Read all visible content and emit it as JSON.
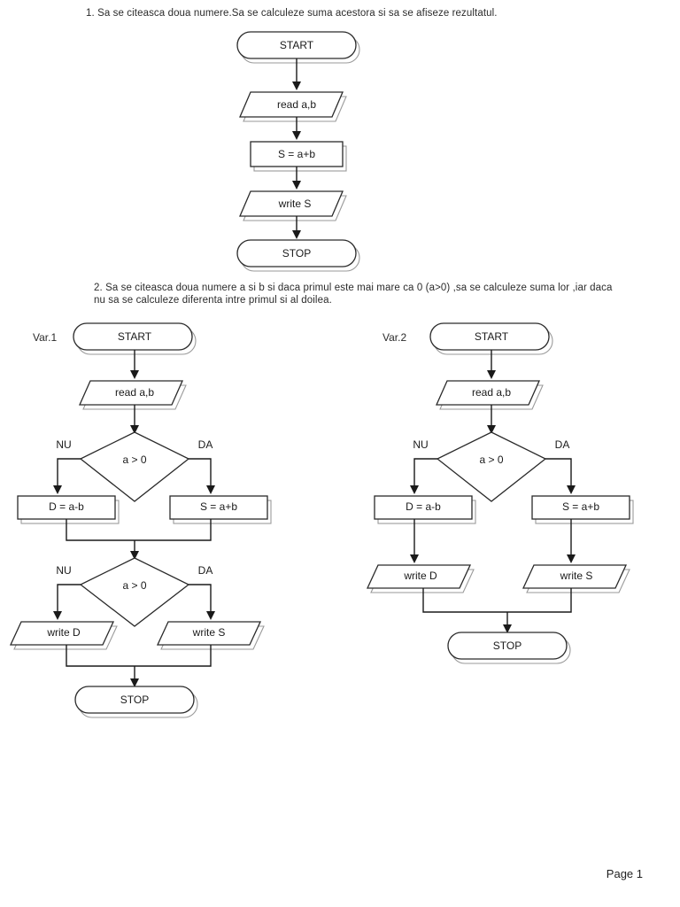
{
  "document": {
    "footer": "Page 1"
  },
  "problems": [
    {
      "id": "problem-1",
      "text": "1. Sa se citeasca doua numere.Sa se calculeze suma acestora si sa se afiseze rezultatul."
    },
    {
      "id": "problem-2",
      "text": "2. Sa se citeasca doua numere a si b si daca primul este mai mare ca 0 (a>0) ,sa se calculeze suma lor ,iar daca nu sa se calculeze diferenta intre primul si al doilea."
    }
  ],
  "variants": {
    "var1_label": "Var.1",
    "var2_label": "Var.2"
  },
  "flowchart_1": {
    "nodes": {
      "start": "START",
      "read": "read a,b",
      "process": "S = a+b",
      "write": "write S",
      "stop": "STOP"
    }
  },
  "flowchart_var1": {
    "nodes": {
      "start": "START",
      "read": "read a,b",
      "decision1": "a > 0",
      "branch1_no": "NU",
      "branch1_yes": "DA",
      "process_diff": "D = a-b",
      "process_sum": "S = a+b",
      "decision2": "a > 0",
      "branch2_no": "NU",
      "branch2_yes": "DA",
      "write_d": "write D",
      "write_s": "write S",
      "stop": "STOP"
    }
  },
  "flowchart_var2": {
    "nodes": {
      "start": "START",
      "read": "read a,b",
      "decision": "a > 0",
      "branch_no": "NU",
      "branch_yes": "DA",
      "process_diff": "D = a-b",
      "process_sum": "S = a+b",
      "write_d": "write D",
      "write_s": "write S",
      "stop": "STOP"
    }
  },
  "colors": {
    "ink": "#1a1a1a",
    "shape_stroke": "#2a2a2a",
    "shadow": "#9a9a9a",
    "background": "#ffffff"
  }
}
